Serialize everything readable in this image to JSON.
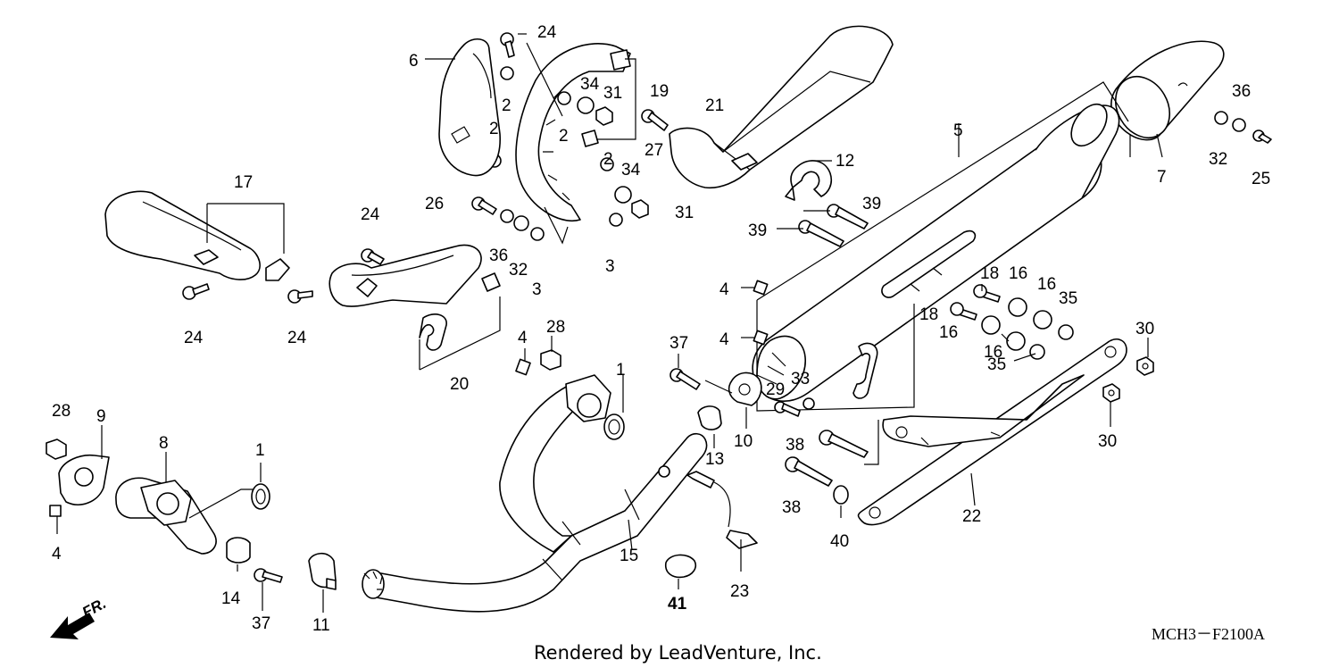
{
  "diagram": {
    "code": "MCH3－F2100A",
    "credit": "Rendered by LeadVenture, Inc.",
    "direction": "FR.",
    "callouts": {
      "c1a": "1",
      "c1b": "1",
      "c2a": "2",
      "c2b": "2",
      "c2c": "2",
      "c2d": "2",
      "c3a": "3",
      "c3b": "3",
      "c4a": "4",
      "c4b": "4",
      "c4c": "4",
      "c4d": "4",
      "c5": "5",
      "c6": "6",
      "c7": "7",
      "c8": "8",
      "c9": "9",
      "c10": "10",
      "c11": "11",
      "c12": "12",
      "c13": "13",
      "c14": "14",
      "c15": "15",
      "c16a": "16",
      "c16b": "16",
      "c16c": "16",
      "c16d": "16",
      "c17": "17",
      "c18a": "18",
      "c18b": "18",
      "c19": "19",
      "c20": "20",
      "c21": "21",
      "c22": "22",
      "c23": "23",
      "c24a": "24",
      "c24b": "24",
      "c24c": "24",
      "c24d": "24",
      "c25": "25",
      "c26": "26",
      "c27": "27",
      "c28a": "28",
      "c28b": "28",
      "c29": "29",
      "c30a": "30",
      "c30b": "30",
      "c31a": "31",
      "c31b": "31",
      "c32a": "32",
      "c32b": "32",
      "c33": "33",
      "c34a": "34",
      "c34b": "34",
      "c35a": "35",
      "c35b": "35",
      "c36a": "36",
      "c36b": "36",
      "c37a": "37",
      "c37b": "37",
      "c38a": "38",
      "c38b": "38",
      "c39a": "39",
      "c39b": "39",
      "c40": "40",
      "c41": "41"
    }
  }
}
